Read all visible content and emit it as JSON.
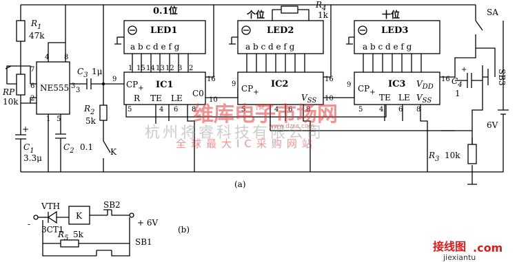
{
  "ics": {
    "ne555": {
      "label": "NE555",
      "pins": [
        "4",
        "8",
        "7",
        "6",
        "2",
        "1",
        "5",
        "3"
      ]
    },
    "ic1": {
      "label": "IC1",
      "cp": "CP",
      "cp_sub": "+",
      "r": "R",
      "te": "TE",
      "le": "LE",
      "co": "C0",
      "top_pins": [
        "1",
        "15",
        "14",
        "13",
        "12",
        "3",
        "2"
      ],
      "pin16": "16",
      "pin9": "9",
      "pin10": "10",
      "bottom_pins": [
        "5",
        "4",
        "6",
        "8"
      ]
    },
    "ic2": {
      "label": "IC2",
      "cp": "CP",
      "cp_sub": "+",
      "vss": "V",
      "vss_sub": "SS",
      "pin9": "9",
      "pin10": "10",
      "pin16": "16",
      "bottom_pins": [
        "5",
        "4",
        "6",
        "8"
      ]
    },
    "ic3": {
      "label": "IC3",
      "cp": "CP",
      "cp_sub": "+",
      "te": "TE",
      "le": "LE",
      "vdd": "V",
      "vdd_sub": "DD",
      "vss": "V",
      "vss_sub": "SS",
      "pin9": "9",
      "pin16": "16",
      "bottom_pins": [
        "5",
        "4",
        "6",
        "8"
      ]
    }
  },
  "displays": {
    "led1": {
      "title": "0.1位",
      "label": "LED1",
      "segments": "a b c d e f g"
    },
    "led2": {
      "title": "个位",
      "label": "LED2",
      "segments": "a b c d e f g"
    },
    "led3": {
      "title": "十位",
      "label": "LED3",
      "segments": "a b c d e f g"
    }
  },
  "components": {
    "r1": {
      "name": "R",
      "sub": "1",
      "value": "47k"
    },
    "rp": {
      "name": "RP",
      "value": "10k"
    },
    "c1": {
      "name": "C",
      "sub": "1",
      "value": "3.3μ"
    },
    "c2": {
      "name": "C",
      "sub": "2",
      "value": "0.1"
    },
    "c3": {
      "name": "C",
      "sub": "3",
      "value": "1μ"
    },
    "r2": {
      "name": "R",
      "sub": "2",
      "value": "5k"
    },
    "k": {
      "name": "K"
    },
    "r4": {
      "name": "R",
      "sub": "4",
      "value": "1k"
    },
    "sa": {
      "name": "SA"
    },
    "sb3": {
      "name": "SB3"
    },
    "c4": {
      "name": "C",
      "sub": "4",
      "value": "1"
    },
    "battery": {
      "value": "6V"
    },
    "r3": {
      "name": "R",
      "sub": "3",
      "value": "10k"
    },
    "plus": "+"
  },
  "circuit_b": {
    "vth": "VTH",
    "scr": "3CT1",
    "relay": "K",
    "sb2": "SB2",
    "supply": "+ 6V",
    "r5": {
      "name": "R",
      "sub": "5",
      "value": "5k"
    },
    "sb1": "SB1",
    "minus": "-"
  },
  "captions": {
    "a": "(a)",
    "b": "(b)"
  },
  "watermark": {
    "brand": "维库电子市场网",
    "slogan": "全球最大IC采购网站",
    "company": "杭州将睿科技有限公司",
    "url": "www.dzsc.com",
    "tm": "TM"
  },
  "corner": {
    "brand": "接线图",
    "dotcom": ".com",
    "site": "jiexiantu"
  }
}
